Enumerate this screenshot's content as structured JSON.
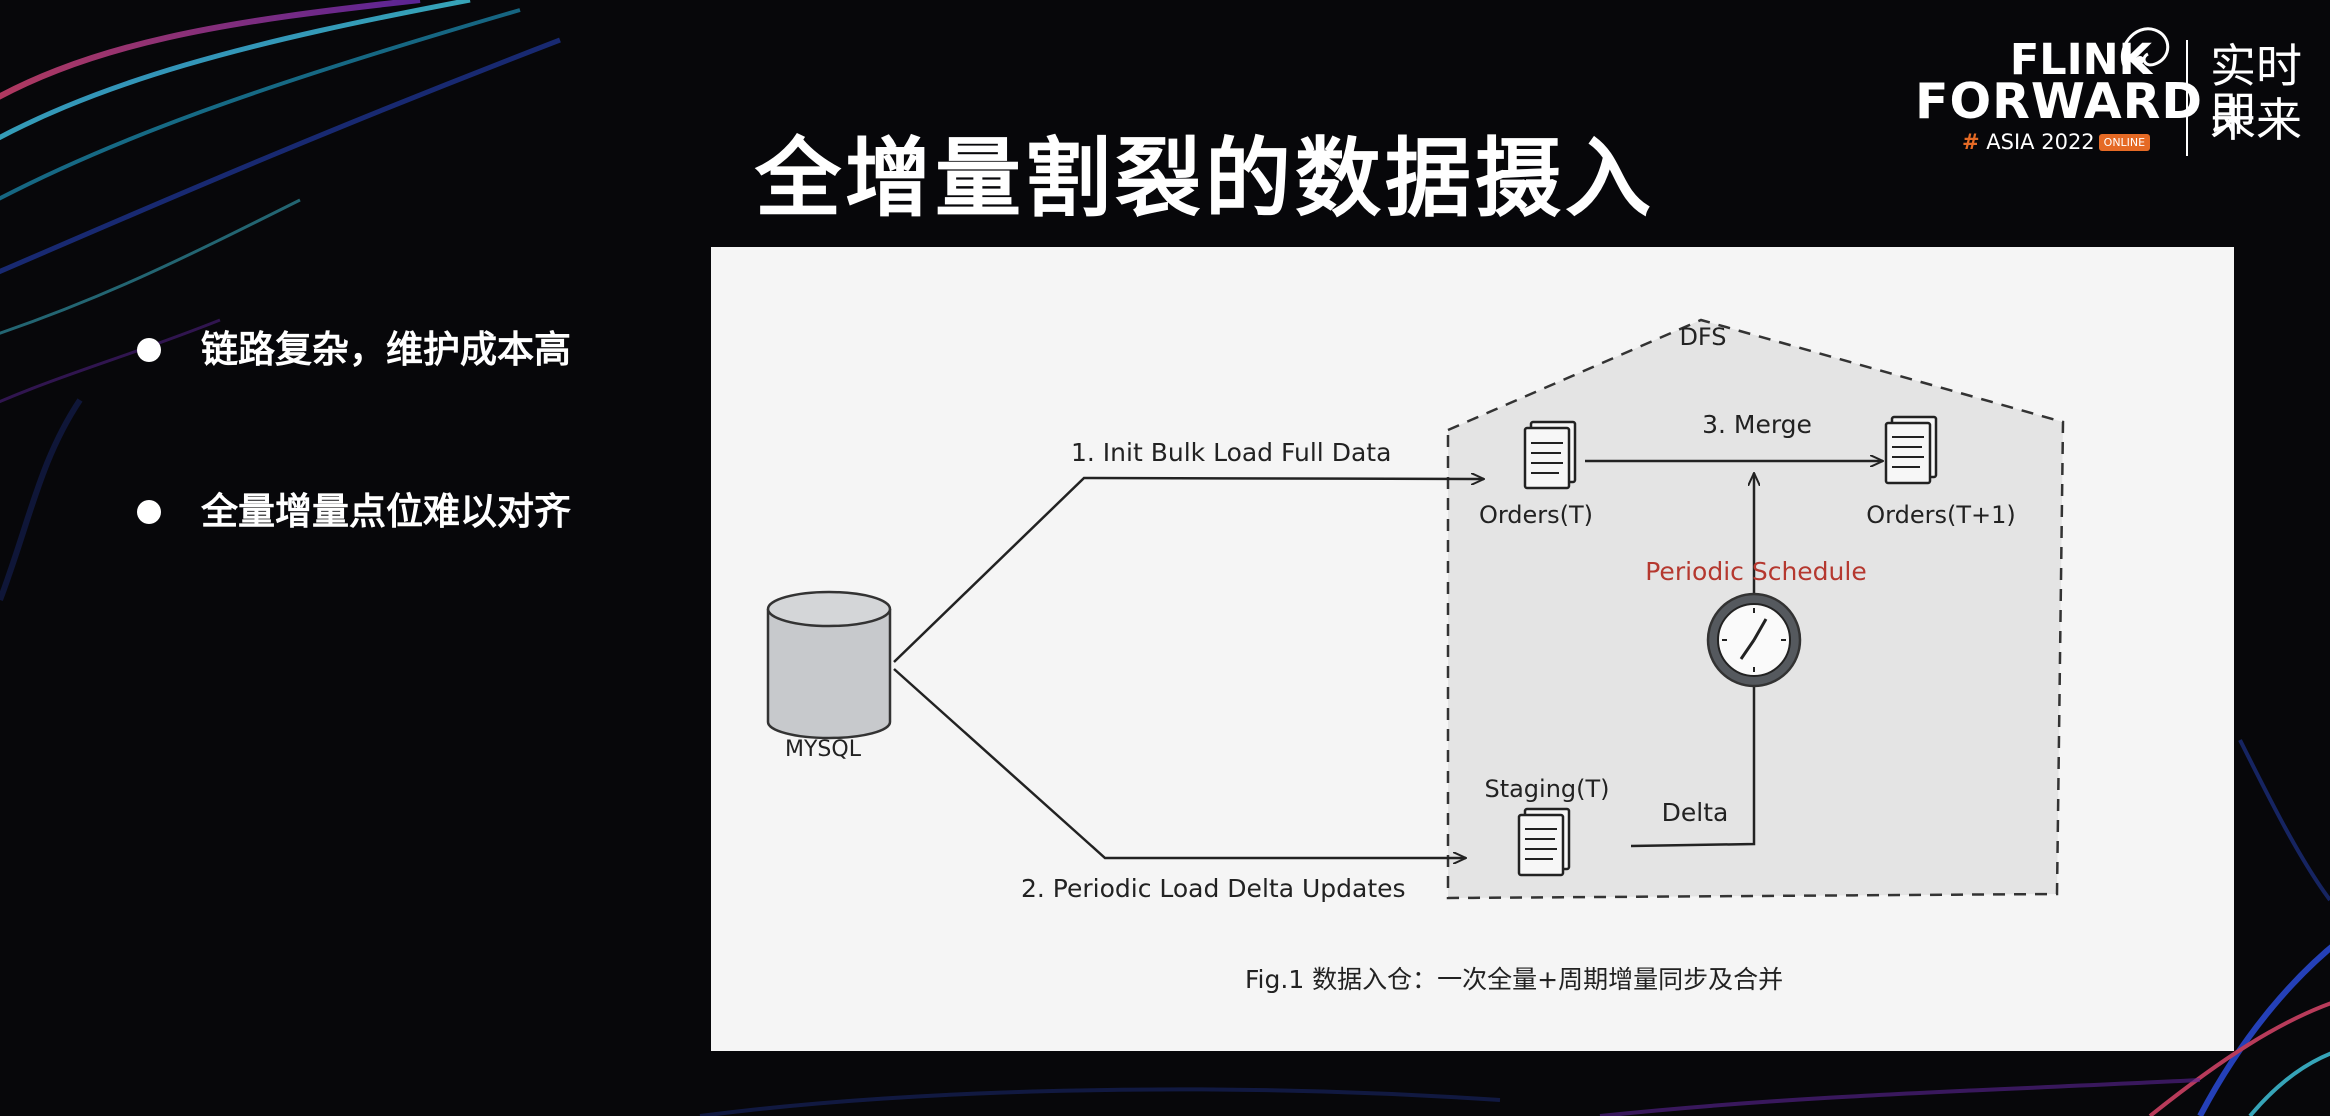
{
  "slide": {
    "title": "全增量割裂的数据摄入",
    "bullets": [
      "链路复杂，维护成本高",
      "全量增量点位难以对齐"
    ]
  },
  "logo": {
    "line1": "FLINK",
    "line2": "FORWARD",
    "hash": "#",
    "edition": "ASIA 2022",
    "badge": "ONLINE",
    "slogan_line1": "实时即",
    "slogan_line2": "未来"
  },
  "diagram": {
    "source_label": "MYSQL",
    "dfs_label": "DFS",
    "step1_label": "1. Init Bulk Load Full Data",
    "step2_label": "2. Periodic Load Delta Updates",
    "step3_label": "3. Merge",
    "orders_t_label": "Orders(T)",
    "orders_t1_label": "Orders(T+1)",
    "staging_label": "Staging(T)",
    "delta_label": "Delta",
    "schedule_label": "Periodic Schedule",
    "caption": "Fig.1 数据入仓：一次全量+周期增量同步及合并",
    "colors": {
      "schedule": "#b5382f",
      "panel": "#f5f5f5",
      "dfs_area": "#e4e4e4"
    }
  }
}
